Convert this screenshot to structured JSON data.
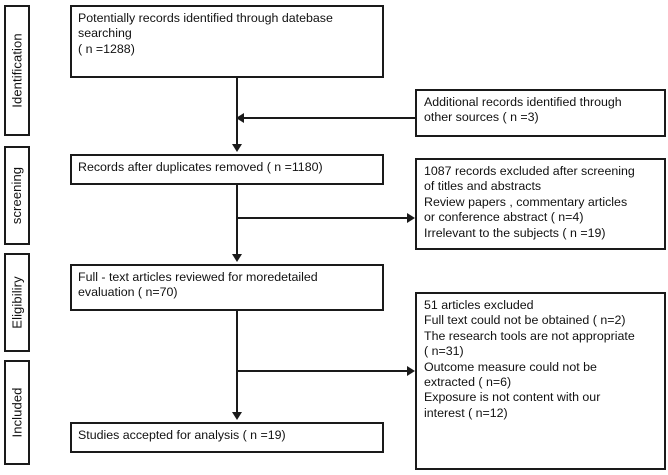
{
  "diagram": {
    "type": "prisma-flow-diagram",
    "stages": [
      {
        "id": "identification",
        "label": "Identification"
      },
      {
        "id": "screening",
        "label": "screening"
      },
      {
        "id": "eligibility",
        "label": "Eligibiliry"
      },
      {
        "id": "included",
        "label": "Included"
      }
    ],
    "main_boxes": [
      {
        "id": "records-identified",
        "text": "Potentially records identified through datebase\n searching\n( n =1288)"
      },
      {
        "id": "records-after-duplicates",
        "text": "Records after duplicates removed ( n =1180)"
      },
      {
        "id": "full-text-reviewed",
        "text": "Full - text articles reviewed for moredetailed\nevaluation ( n=70)"
      },
      {
        "id": "studies-accepted",
        "text": "Studies accepted for analysis ( n =19)"
      }
    ],
    "side_boxes": [
      {
        "id": "additional-records",
        "text": "Additional records identified through\nother sources ( n =3)"
      },
      {
        "id": "records-excluded-screening",
        "text": "1087 records excluded after screening\nof titles and abstracts\n Review papers , commentary articles\nor conference abstract ( n=4)\n Irrelevant to the subjects ( n =19)"
      },
      {
        "id": "articles-excluded-eligibility",
        "text": "51 articles excluded\n Full text could not be obtained ( n=2)\n The research tools are not appropriate\n( n=31)\n Outcome measure could not be\nextracted ( n=6)\n Exposure is not content with our\ninterest ( n=12)"
      }
    ],
    "counts": {
      "records_identified_database": 1288,
      "additional_records_other_sources": 3,
      "records_after_duplicates": 1180,
      "records_excluded_screening": 1087,
      "excluded_review_or_conference": 4,
      "excluded_irrelevant_subjects": 19,
      "full_text_reviewed": 70,
      "articles_excluded_eligibility": 51,
      "excluded_full_text_unobtainable": 2,
      "excluded_research_tools": 31,
      "excluded_outcome_measure": 6,
      "excluded_exposure_mismatch": 12,
      "studies_accepted": 19
    },
    "colors": {
      "stroke": "#1a1a1a",
      "background": "#ffffff",
      "text": "#111111"
    }
  }
}
